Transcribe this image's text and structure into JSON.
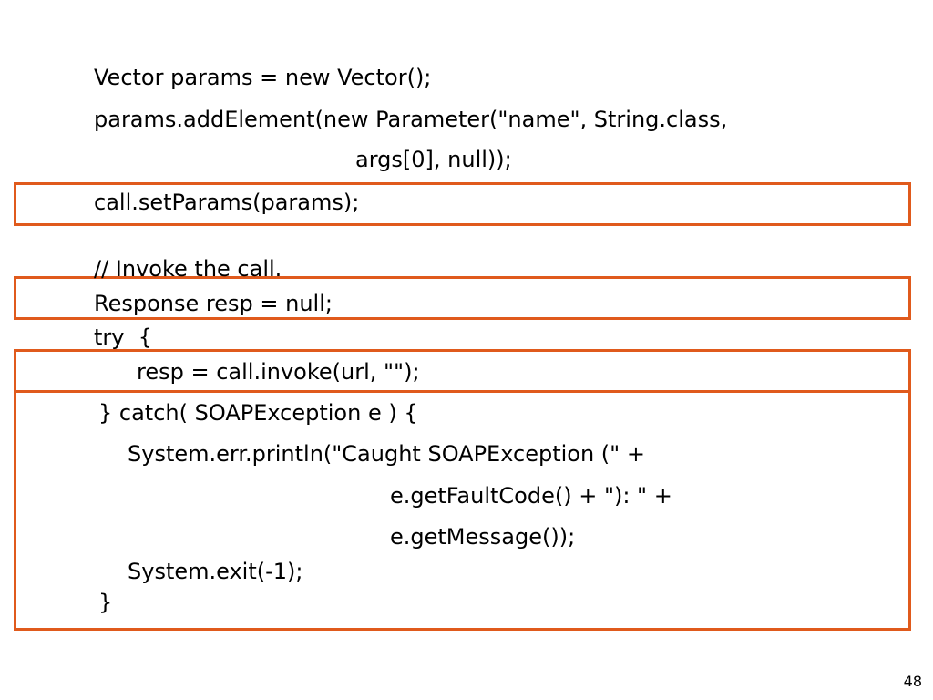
{
  "code": {
    "line1": "Vector params = new Vector();",
    "line2": "params.addElement(new Parameter(\"name\", String.class,",
    "line3": "args[0], null));",
    "line4": "call.setParams(params);",
    "line5": "// Invoke the call.",
    "line6": "Response resp = null;",
    "line7": "try  {",
    "line8": "resp = call.invoke(url, \"\");",
    "line9": "} catch( SOAPException e ) {",
    "line10": "System.err.println(\"Caught SOAPException (\" +",
    "line11": "e.getFaultCode() + \"): \" +",
    "line12": "e.getMessage());",
    "line13": "System.exit(-1);",
    "line14": "}"
  },
  "slide_number": "48",
  "colors": {
    "highlight_border": "#e05a1c"
  }
}
